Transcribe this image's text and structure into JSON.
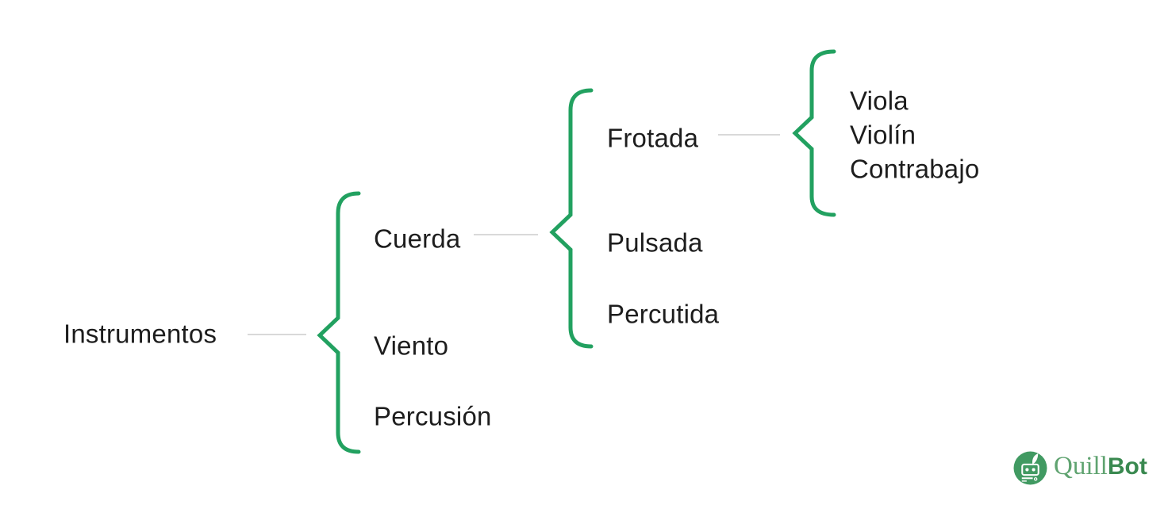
{
  "diagram": {
    "type": "bracket-tree",
    "language": "es",
    "root": {
      "label": "Instrumentos",
      "children": [
        {
          "label": "Cuerda",
          "children": [
            {
              "label": "Frotada",
              "children": [
                {
                  "label": "Viola"
                },
                {
                  "label": "Violín"
                },
                {
                  "label": "Contrabajo"
                }
              ]
            },
            {
              "label": "Pulsada"
            },
            {
              "label": "Percutida"
            }
          ]
        },
        {
          "label": "Viento"
        },
        {
          "label": "Percusión"
        }
      ]
    }
  },
  "branding": {
    "logo_icon": "quillbot-robot-icon",
    "wordmark": {
      "part1": "Quill",
      "part2": "Bot"
    }
  },
  "colors": {
    "background": "#ffffff",
    "text": "#1d1d1d",
    "brace": "#22a160",
    "connector": "#d9d9d9",
    "logo_circle": "#419a62",
    "wordmark_quill": "#5fa370",
    "wordmark_bot": "#3a8950"
  }
}
